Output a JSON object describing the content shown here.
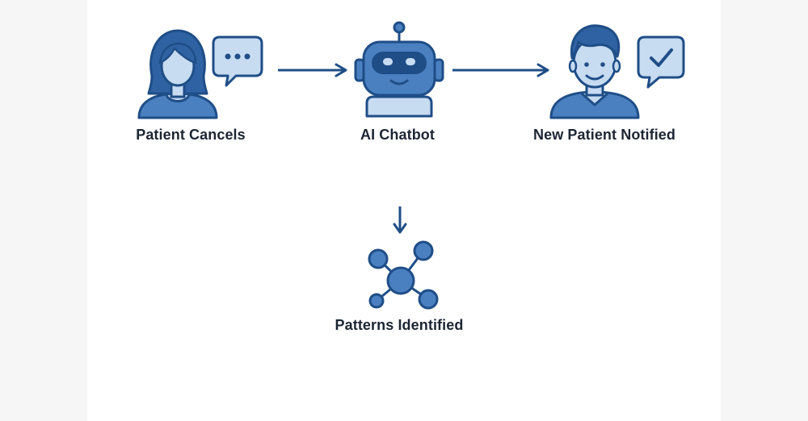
{
  "diagram": {
    "colors": {
      "stroke": "#1f4e87",
      "fill_mid": "#4a7fc0",
      "fill_light": "#c7dbf1",
      "text": "#1c2533"
    },
    "nodes": [
      {
        "id": "patient",
        "label": "Patient Cancels",
        "icon": "woman-with-speech-bubble-icon"
      },
      {
        "id": "chatbot",
        "label": "AI Chatbot",
        "icon": "robot-icon"
      },
      {
        "id": "new_patient",
        "label": "New Patient Notified",
        "icon": "man-with-check-bubble-icon"
      },
      {
        "id": "patterns",
        "label": "Patterns Identified",
        "icon": "network-nodes-icon"
      }
    ],
    "edges": [
      {
        "from": "patient",
        "to": "chatbot"
      },
      {
        "from": "chatbot",
        "to": "new_patient"
      },
      {
        "from": "chatbot",
        "to": "patterns"
      }
    ]
  }
}
